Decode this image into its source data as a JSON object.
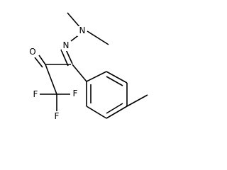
{
  "diagram": {
    "type": "chemical-structure",
    "atoms": {
      "n_amine": "N",
      "n_imine": "N",
      "o_carbonyl": "O",
      "f_upper": "F",
      "f_left": "F",
      "f_lower": "F"
    },
    "colors": {
      "bond": "#000000",
      "background": "#ffffff"
    }
  }
}
